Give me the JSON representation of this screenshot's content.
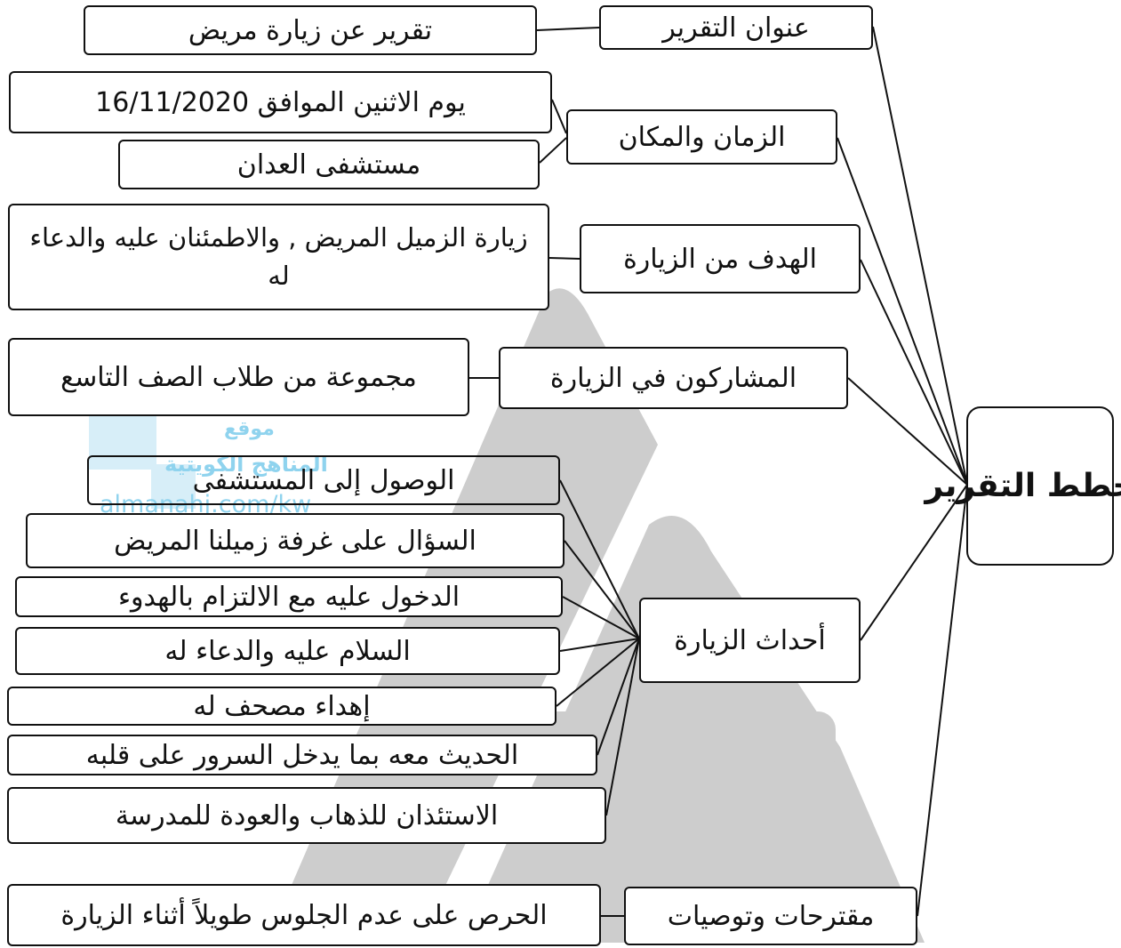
{
  "diagram": {
    "root": "مخطط التقرير",
    "branches": [
      {
        "label": "عنوان التقرير",
        "details": [
          "تقرير عن زيارة مريض"
        ]
      },
      {
        "label": "الزمان والمكان",
        "details": [
          "يوم الاثنين الموافق 16/11/2020",
          "مستشفى العدان"
        ]
      },
      {
        "label": "الهدف من الزيارة",
        "details": [
          "زيارة الزميل المريض , والاطمئنان عليه والدعاء له"
        ]
      },
      {
        "label": "المشاركون في الزيارة",
        "details": [
          "مجموعة من طلاب الصف التاسع"
        ]
      },
      {
        "label": "أحداث الزيارة",
        "details": [
          "الوصول إلى المستشفى",
          "السؤال على غرفة زميلنا المريض",
          "الدخول عليه مع الالتزام بالهدوء",
          "السلام عليه والدعاء له",
          "إهداء مصحف له",
          "الحديث معه بما يدخل  السرور على قلبه",
          "الاستئذان للذهاب والعودة للمدرسة"
        ]
      },
      {
        "label": "مقترحات وتوصيات",
        "details": [
          "الحرص على عدم الجلوس طويلاً أثناء الزيارة"
        ]
      }
    ]
  },
  "watermark": {
    "line1": "موقع",
    "line2": "المناهج الكويتية",
    "url": "almanahj.com/kw",
    "color": "#8fd3ee",
    "logo_color": "#c9c9c9"
  }
}
